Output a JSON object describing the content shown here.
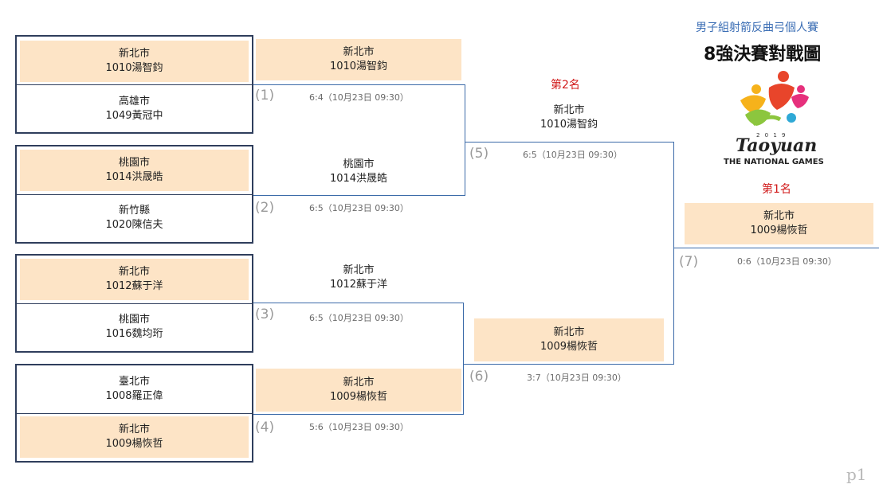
{
  "header": {
    "subtitle": "男子組射箭反曲弓個人賽",
    "title": "8強決賽對戰圖"
  },
  "logo": {
    "year": "2 0 1 9",
    "name": "Taoyuan",
    "tagline": "THE NATIONAL GAMES"
  },
  "round1": [
    {
      "city": "新北市",
      "name": "1010湯智鈞"
    },
    {
      "city": "高雄市",
      "name": "1049黃冠中"
    },
    {
      "city": "桃園市",
      "name": "1014洪晟皓"
    },
    {
      "city": "新竹縣",
      "name": "1020陳信夫"
    },
    {
      "city": "新北市",
      "name": "1012蘇于洋"
    },
    {
      "city": "桃園市",
      "name": "1016魏均珩"
    },
    {
      "city": "臺北市",
      "name": "1008羅正偉"
    },
    {
      "city": "新北市",
      "name": "1009楊恢哲"
    }
  ],
  "round2": [
    {
      "city": "新北市",
      "name": "1010湯智鈞"
    },
    {
      "city": "桃園市",
      "name": "1014洪晟皓"
    },
    {
      "city": "新北市",
      "name": "1012蘇于洋"
    },
    {
      "city": "新北市",
      "name": "1009楊恢哲"
    }
  ],
  "semifinal": [
    {
      "city": "新北市",
      "name": "1010湯智鈞"
    },
    {
      "city": "新北市",
      "name": "1009楊恢哲"
    }
  ],
  "champion": {
    "city": "新北市",
    "name": "1009楊恢哲"
  },
  "matches": [
    {
      "num": "(1)",
      "score": "6:4（10月23日 09:30）"
    },
    {
      "num": "(2)",
      "score": "6:5（10月23日 09:30）"
    },
    {
      "num": "(3)",
      "score": "6:5（10月23日 09:30）"
    },
    {
      "num": "(4)",
      "score": "5:6（10月23日 09:30）"
    },
    {
      "num": "(5)",
      "score": "6:5（10月23日 09:30）"
    },
    {
      "num": "(6)",
      "score": "3:7（10月23日 09:30）"
    },
    {
      "num": "(7)",
      "score": "0:6（10月23日 09:30）"
    }
  ],
  "ranks": {
    "second": "第2名",
    "first": "第1名"
  },
  "page": "p1",
  "colors": {
    "winner_fill": "#fde4c6",
    "line": "#3b6aa8",
    "box_border": "#2f3e5c",
    "rank": "#d11a1a"
  }
}
